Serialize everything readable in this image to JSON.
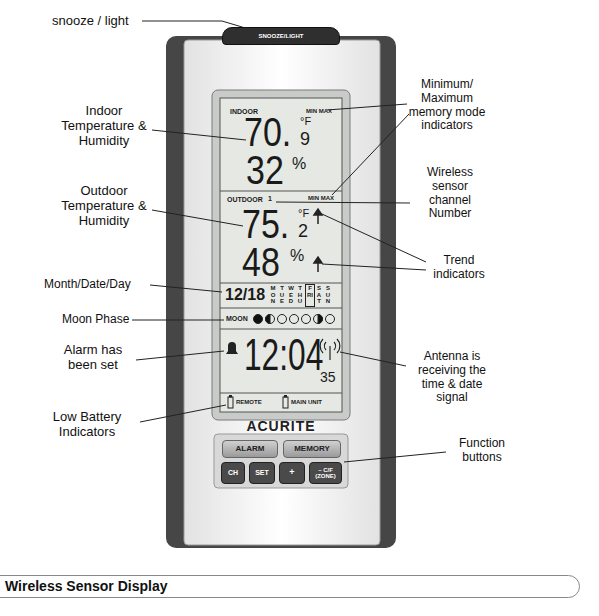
{
  "diagram": {
    "nodes": [
      {
        "text": [
          "SNOOZE/LIGHT"
        ]
      },
      {
        "text": [
          "ALARM"
        ]
      },
      {
        "text": [
          "MEMORY"
        ]
      },
      {
        "text": [
          "CH"
        ]
      },
      {
        "text": [
          "SET"
        ]
      },
      {
        "text": [
          "+"
        ]
      },
      {
        "text": [
          "– C/F",
          "(ZONE)"
        ]
      },
      {
        "text": [
          "Wireless Sensor Display"
        ]
      }
    ],
    "labels": [
      "snooze / light",
      "Minimum/ Maximum memory mode indicators",
      "Indoor Temperature & Humidity",
      "INDOOR",
      "MIN MAX",
      "70.",
      "°F",
      "9",
      "32",
      "%",
      "Wireless sensor channel Number",
      "Outdoor Temperature & Humidity",
      "OUTDOOR",
      "1",
      "MIN MAX",
      "75.",
      "°F",
      "2",
      "48",
      "%",
      "Trend indicators",
      "Month/Date/Day",
      "12/18",
      "MON",
      "TUE",
      "WED",
      "THU",
      "FRI",
      "SAT",
      "SUN",
      "Moon Phase",
      "MOON",
      "Alarm has been set",
      "12:04",
      "35",
      "Antenna is receiving the time & date signal",
      "REMOTE",
      "MAIN UNIT",
      "Low Battery Indicators",
      "ACURITE",
      "Function buttons"
    ]
  }
}
